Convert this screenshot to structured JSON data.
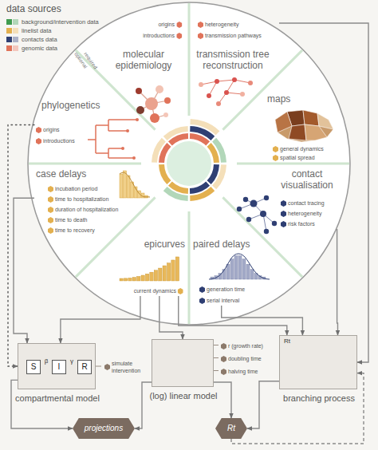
{
  "diagram": {
    "nodes": [
      {
        "text": [
          "molecular epidemiology",
          "origins",
          "introductions"
        ]
      },
      {
        "text": [
          "transmission tree reconstruction",
          "heterogeneity",
          "transmission pathways"
        ]
      },
      {
        "text": [
          "maps",
          "general dynamics",
          "spatial spread"
        ]
      },
      {
        "text": [
          "contact visualisation",
          "contact tracing",
          "heterogeneity",
          "risk factors"
        ]
      },
      {
        "text": [
          "paired delays",
          "generation time",
          "serial interval"
        ]
      },
      {
        "text": [
          "epicurves",
          "current dynamics"
        ]
      },
      {
        "text": [
          "case delays",
          "incubation period",
          "time to hospitalization",
          "duration of hospitalization",
          "time to death",
          "time to recovery"
        ]
      },
      {
        "text": [
          "phylogenetics",
          "origins",
          "introductions"
        ]
      },
      {
        "text": [
          "compartmental model",
          "simulate intervention"
        ]
      },
      {
        "text": [
          "S"
        ],
        "in": 8
      },
      {
        "text": [
          "I"
        ],
        "in": 8
      },
      {
        "text": [
          "R"
        ],
        "in": 8
      },
      {
        "text": [
          "(log) linear model",
          "r (growth rate)",
          "doubling time",
          "halving time"
        ]
      },
      {
        "text": [
          "branching process"
        ]
      },
      {
        "text": [
          "projections"
        ]
      },
      {
        "text": [
          "Rt"
        ]
      }
    ],
    "edges": [
      {
        "from": 7,
        "to": 8,
        "arrow": "to"
      },
      {
        "from": 6,
        "to": 8,
        "arrow": "to"
      },
      {
        "from": 5,
        "to": 8,
        "arrow": "to"
      },
      {
        "from": 5,
        "to": 12,
        "arrow": "to"
      },
      {
        "from": 5,
        "to": 13,
        "arrow": "to"
      },
      {
        "from": 4,
        "to": 13,
        "arrow": "to"
      },
      {
        "from": 3,
        "to": 13,
        "arrow": "to"
      },
      {
        "from": 1,
        "to": 13,
        "arrow": "to"
      },
      {
        "from": 9,
        "to": 10,
        "label": "β",
        "arrow": "to"
      },
      {
        "from": 10,
        "to": 11,
        "label": "γ",
        "arrow": "to"
      },
      {
        "from": 8,
        "to": 14,
        "arrow": "to"
      },
      {
        "from": 12,
        "to": 14,
        "arrow": "to"
      },
      {
        "from": 12,
        "to": 15,
        "arrow": "to"
      },
      {
        "from": 13,
        "to": 15,
        "arrow": "to"
      },
      {
        "from": 15,
        "to": 13,
        "arrow": "to"
      }
    ],
    "labels": [
      "data sources",
      "optional",
      "required",
      "Rt"
    ],
    "legend": [
      {
        "text": "background/intervention data",
        "color": "#3f9b4f"
      },
      {
        "text": "linelist data",
        "color": "#e3b04f"
      },
      {
        "text": "contacts data",
        "color": "#2f3f73"
      },
      {
        "text": "genomic data",
        "color": "#e0735a"
      }
    ]
  }
}
